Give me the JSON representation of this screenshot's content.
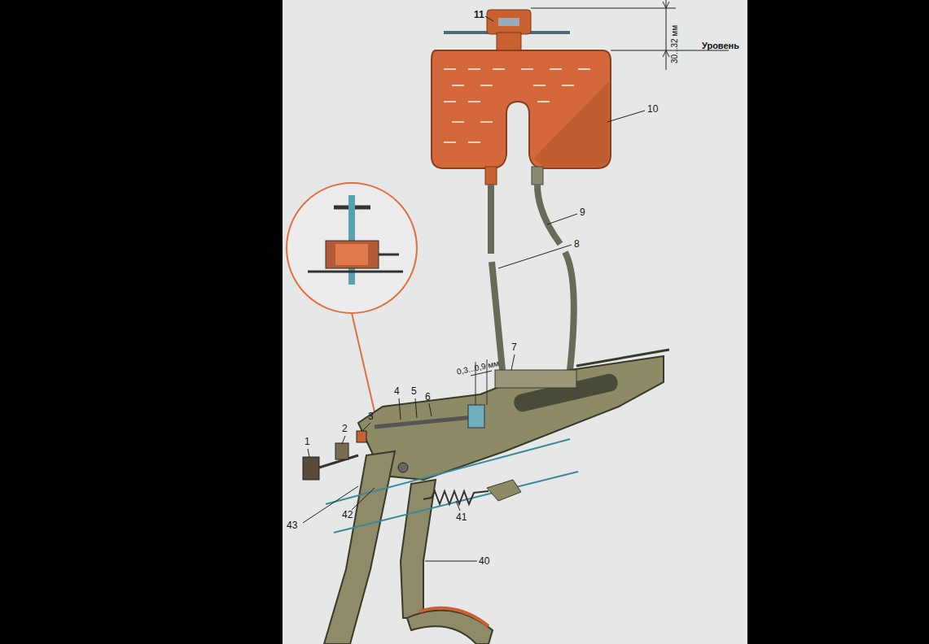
{
  "diagram": {
    "labels": [
      "11",
      "30...32 мм",
      "Уровень",
      "10",
      "9",
      "8",
      "7",
      "0,3...0,9 мм",
      "4",
      "5",
      "6",
      "3",
      "2",
      "1",
      "43",
      "42",
      "41",
      "40"
    ]
  }
}
